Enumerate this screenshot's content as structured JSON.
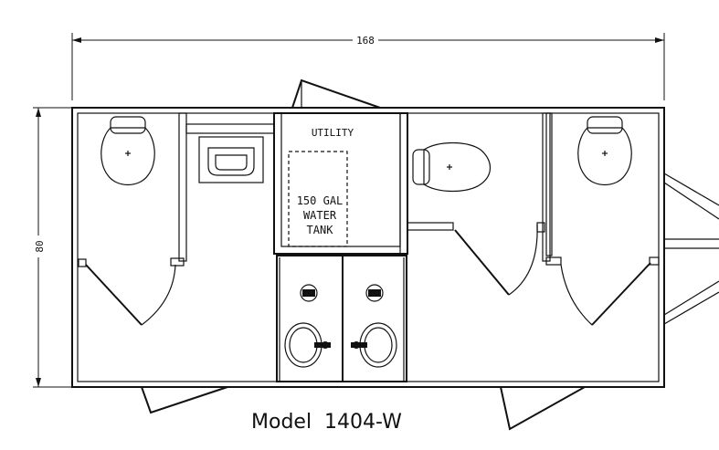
{
  "dimensions": {
    "length": "168",
    "width": "80"
  },
  "labels": {
    "utility": "UTILITY",
    "tank_line1": "150 GAL",
    "tank_line2": "WATER",
    "tank_line3": "TANK",
    "model": "Model  1404-W"
  }
}
